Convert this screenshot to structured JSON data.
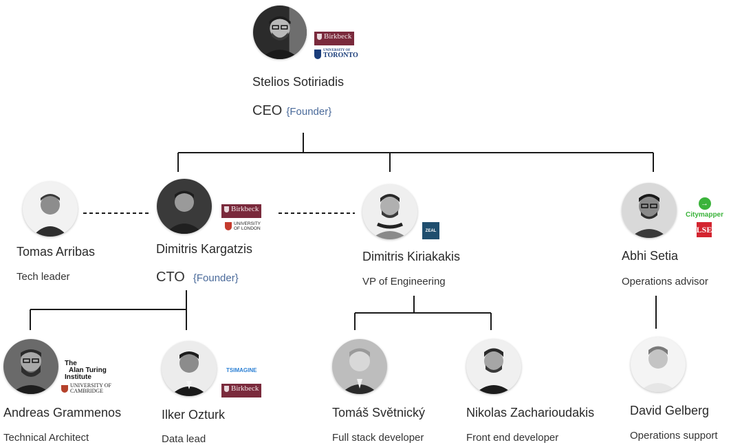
{
  "people": {
    "stelios": {
      "name": "Stelios Sotiriadis",
      "role": "CEO",
      "tag": "{Founder}"
    },
    "tomas": {
      "name": "Tomas Arribas",
      "role": "Tech leader"
    },
    "dimitris_kargatzis": {
      "name": "Dimitris Kargatzis",
      "role": "CTO",
      "tag": "{Founder}"
    },
    "dimitris_kiriakakis": {
      "name": "Dimitris Kiriakakis",
      "role": "VP of Engineering"
    },
    "abhi": {
      "name": "Abhi Setia",
      "role": "Operations advisor"
    },
    "andreas": {
      "name": "Andreas Grammenos",
      "role": "Technical Architect"
    },
    "ilker": {
      "name": "Ilker Ozturk",
      "role": "Data lead"
    },
    "tomas_s": {
      "name": "Tomáš Světnický",
      "role": "Full stack developer"
    },
    "nikolas": {
      "name": "Nikolas Zacharioudakis",
      "role": "Front end developer"
    },
    "david": {
      "name": "David Gelberg",
      "role": "Operations support"
    }
  },
  "logos": {
    "birkbeck": "Birkbeck",
    "toronto_small": "UNIVERSITY OF",
    "toronto": "TORONTO",
    "uol_line1": "UNIVERSITY",
    "uol_line2": "OF LONDON",
    "zeal": "ZEAL",
    "citymapper": "Citymapper",
    "lse": "LSE",
    "turing_1": "The",
    "turing_2": "Alan Turing",
    "turing_3": "Institute",
    "cambridge_1": "UNIVERSITY OF",
    "cambridge_2": "CAMBRIDGE",
    "ts_a": "TS",
    "ts_b": "IMAGINE"
  },
  "colors": {
    "founder_tag": "#4a6a9a",
    "birkbeck": "#7a2a3c",
    "zeal": "#1f4e6e",
    "lse": "#d3242f",
    "citymapper": "#3bb33b"
  }
}
